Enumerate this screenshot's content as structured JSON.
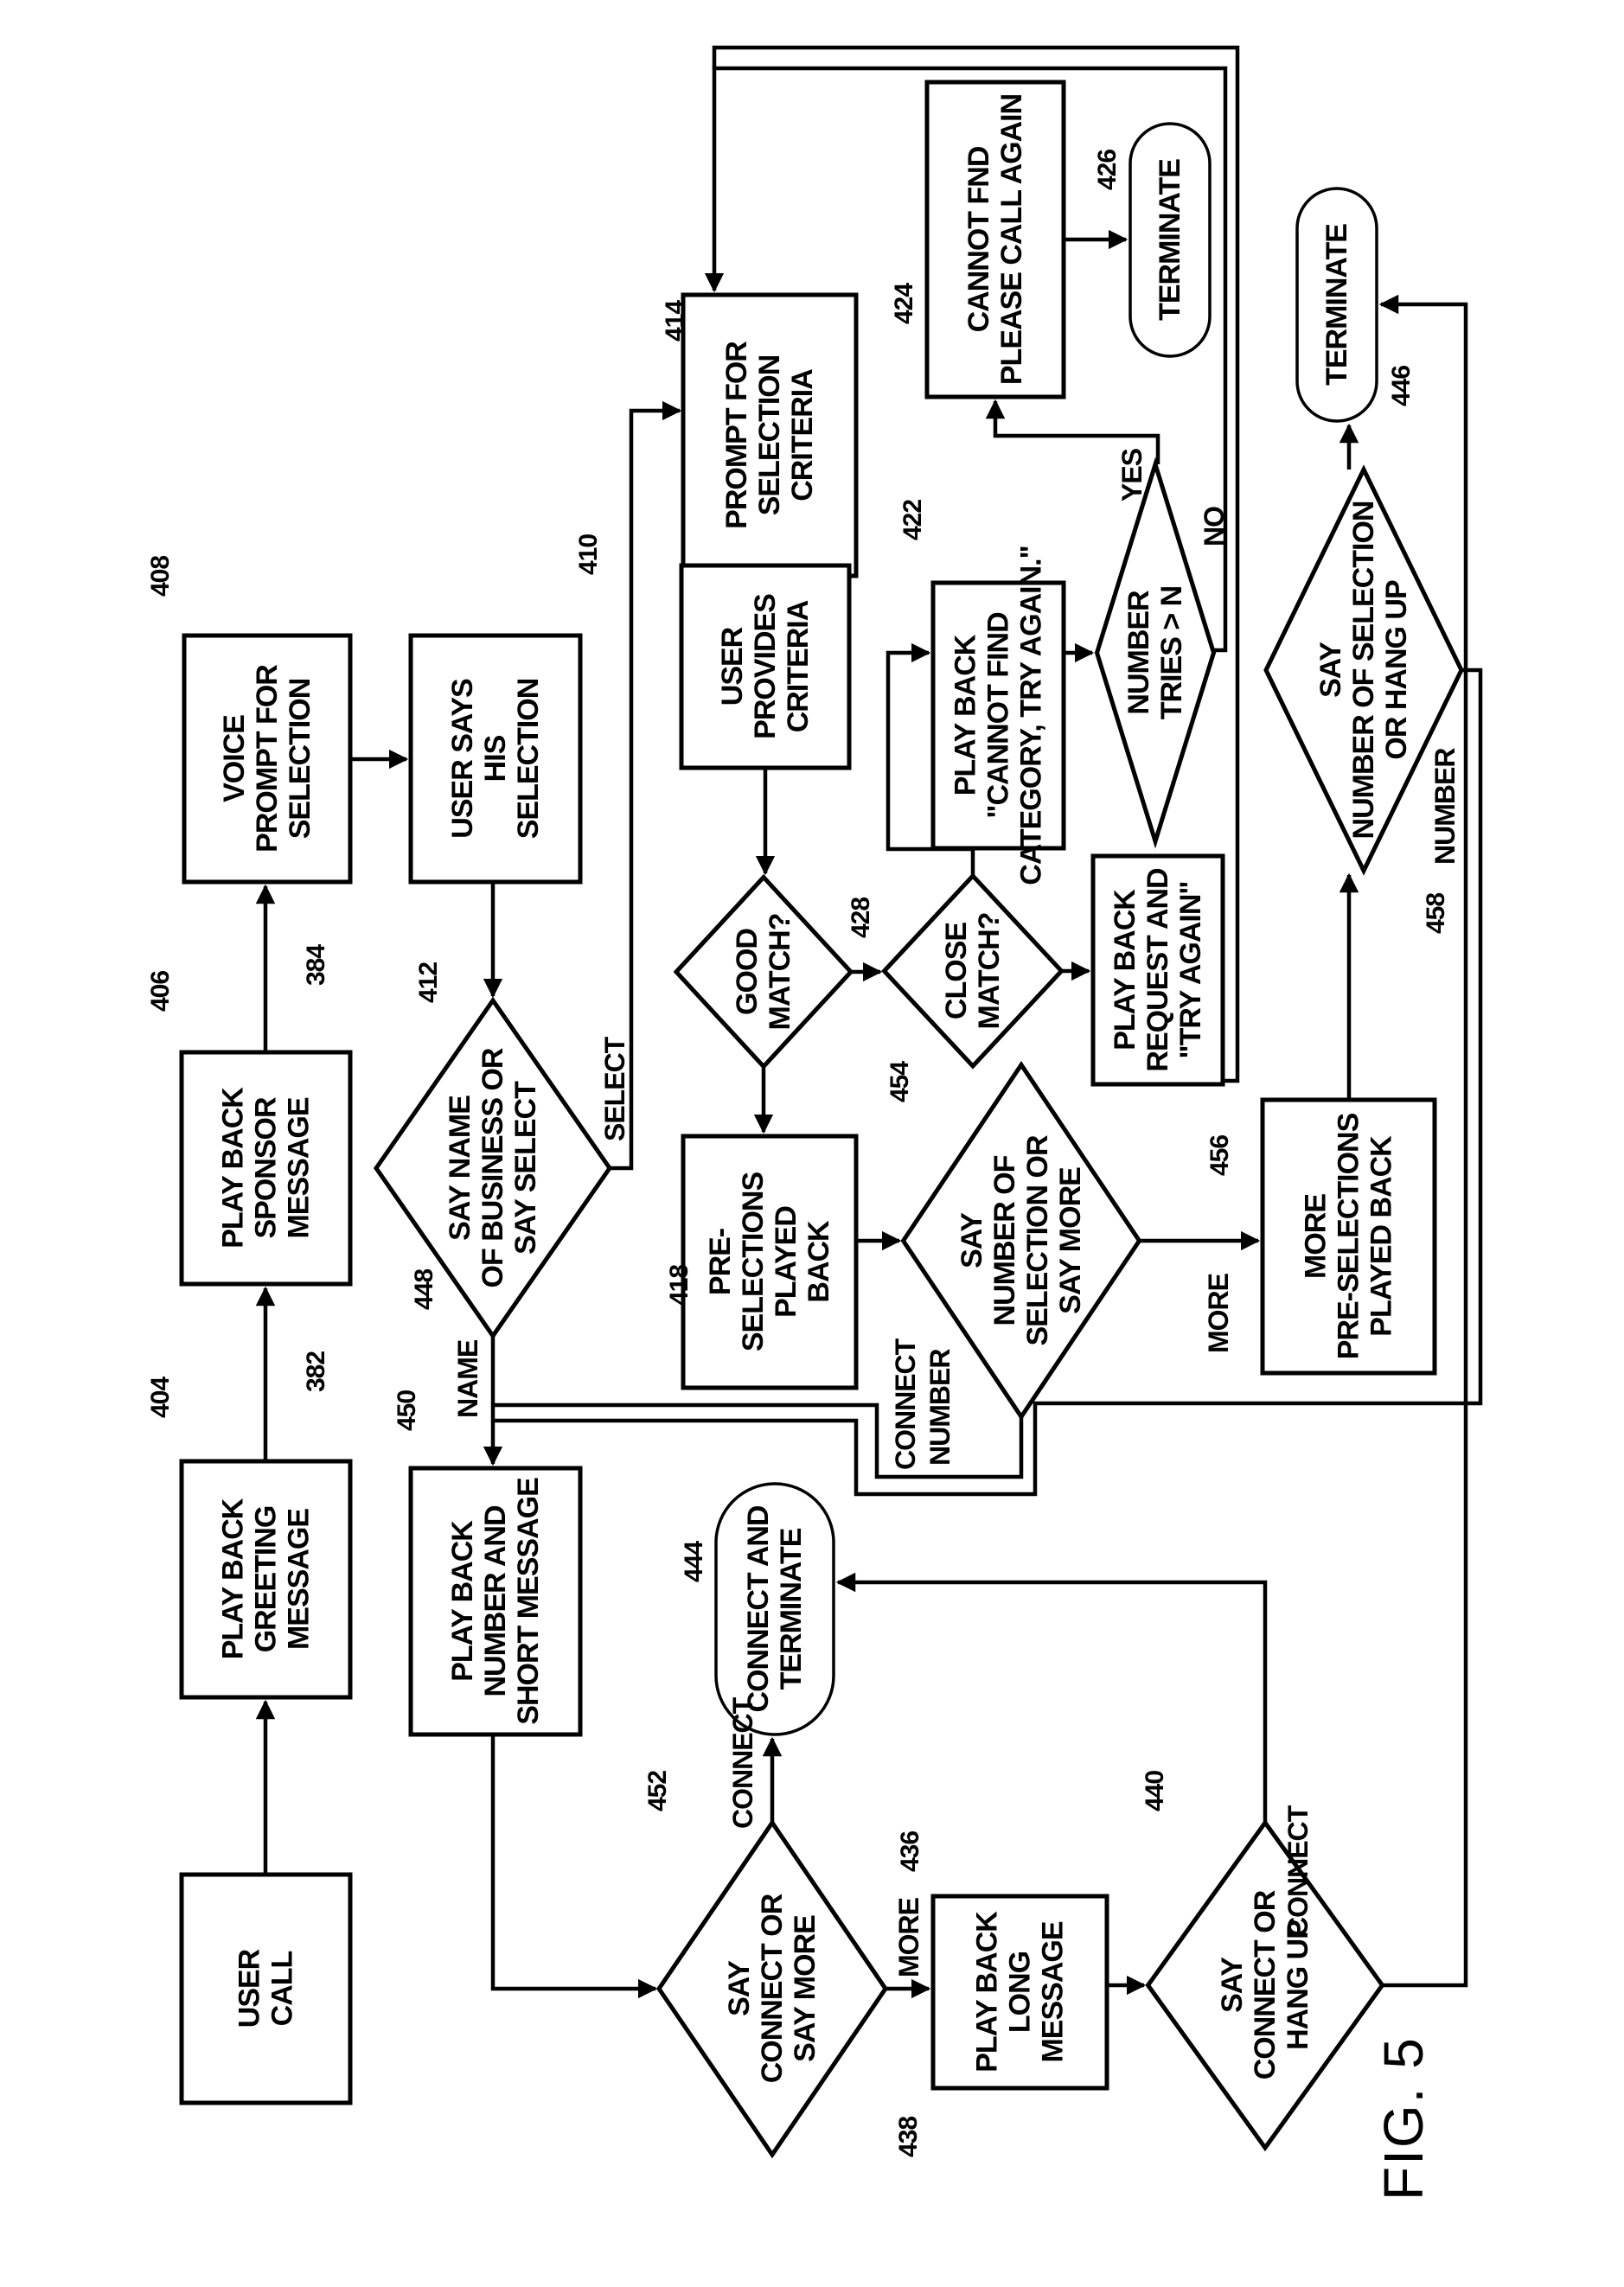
{
  "figure": {
    "caption": "FIG. 5",
    "orientation": "rotated 90 degrees counter-clockwise"
  },
  "nodes": {
    "user_call": {
      "type": "process",
      "lines": [
        "USER",
        "CALL"
      ],
      "ref": ""
    },
    "n404": {
      "type": "process",
      "ref": "404",
      "ref2": "382",
      "lines": [
        "PLAY BACK",
        "GREETING",
        "MESSAGE"
      ]
    },
    "n406": {
      "type": "process",
      "ref": "406",
      "ref2": "384",
      "lines": [
        "PLAY BACK",
        "SPONSOR",
        "MESSAGE"
      ]
    },
    "n408": {
      "type": "process",
      "ref": "408",
      "lines": [
        "VOICE",
        "PROMPT FOR",
        "SELECTION"
      ]
    },
    "n410": {
      "type": "process",
      "ref": "410",
      "lines": [
        "USER SAYS",
        "HIS",
        "SELECTION"
      ]
    },
    "n412": {
      "type": "decision",
      "ref": "412",
      "lines": [
        "SAY NAME",
        "OF BUSINESS OR",
        "SAY SELECT"
      ]
    },
    "n450": {
      "type": "process",
      "ref": "450",
      "ref2": "448",
      "lines": [
        "PLAY BACK",
        "NUMBER AND",
        "SHORT MESSAGE"
      ]
    },
    "n452": {
      "type": "decision",
      "ref": "452",
      "lines": [
        "SAY",
        "CONNECT OR",
        "SAY MORE"
      ]
    },
    "n444": {
      "type": "terminal",
      "ref": "444",
      "lines": [
        "CONNECT AND",
        "TERMINATE"
      ]
    },
    "n438": {
      "type": "process",
      "ref": "438",
      "ref2": "436",
      "lines": [
        "PLAY BACK",
        "LONG",
        "MESSAGE"
      ]
    },
    "n440": {
      "type": "decision",
      "ref": "440",
      "lines": [
        "SAY",
        "CONNECT OR",
        "HANG UP"
      ]
    },
    "n414": {
      "type": "process",
      "ref": "414",
      "lines": [
        "PROMPT FOR",
        "SELECTION",
        "CRITERIA"
      ]
    },
    "n416": {
      "type": "process",
      "lines": [
        "USER",
        "PROVIDES",
        "CRITERIA"
      ]
    },
    "good_match": {
      "type": "decision",
      "lines": [
        "GOOD",
        "MATCH?"
      ]
    },
    "n428": {
      "type": "decision",
      "ref": "428",
      "lines": [
        "CLOSE",
        "MATCH?"
      ]
    },
    "n418": {
      "type": "process",
      "ref": "418",
      "lines": [
        "PRE-",
        "SELECTIONS",
        "PLAYED",
        "BACK"
      ]
    },
    "n454": {
      "type": "decision",
      "ref": "454",
      "lines": [
        "SAY",
        "NUMBER OF",
        "SELECTION OR",
        "SAY MORE"
      ]
    },
    "n422": {
      "type": "process",
      "ref": "422",
      "lines": [
        "PLAY BACK",
        "\"CANNOT FIND",
        "CATEGORY, TRY AGAIN.\""
      ]
    },
    "tries": {
      "type": "decision",
      "lines": [
        "NUMBER",
        "TRIES > N"
      ]
    },
    "n424": {
      "type": "process",
      "ref": "424",
      "lines": [
        "CANNOT FND",
        "PLEASE CALL AGAIN"
      ]
    },
    "n426": {
      "type": "terminal",
      "ref": "426",
      "lines": [
        "TERMINATE"
      ]
    },
    "request": {
      "type": "process",
      "lines": [
        "PLAY BACK",
        "REQUEST AND",
        "\"TRY AGAIN\""
      ]
    },
    "n456": {
      "type": "process",
      "ref": "456",
      "lines": [
        "MORE",
        "PRE-SELECTIONS",
        "PLAYED BACK"
      ]
    },
    "n458": {
      "type": "decision",
      "ref": "458",
      "lines": [
        "SAY",
        "NUMBER OF SELECTION",
        "OR HANG UP"
      ]
    },
    "n446": {
      "type": "terminal",
      "ref": "446",
      "lines": [
        "TERMINATE"
      ]
    }
  },
  "edge_labels": {
    "select": "SELECT",
    "name": "NAME",
    "connect_452": "CONNECT",
    "more_452": "MORE",
    "connect_440": "CONNECT",
    "more_454": "MORE",
    "connect_number_1": "CONNECT",
    "connect_number_2": "NUMBER",
    "yes": "YES",
    "no": "NO",
    "number_458": "NUMBER"
  }
}
